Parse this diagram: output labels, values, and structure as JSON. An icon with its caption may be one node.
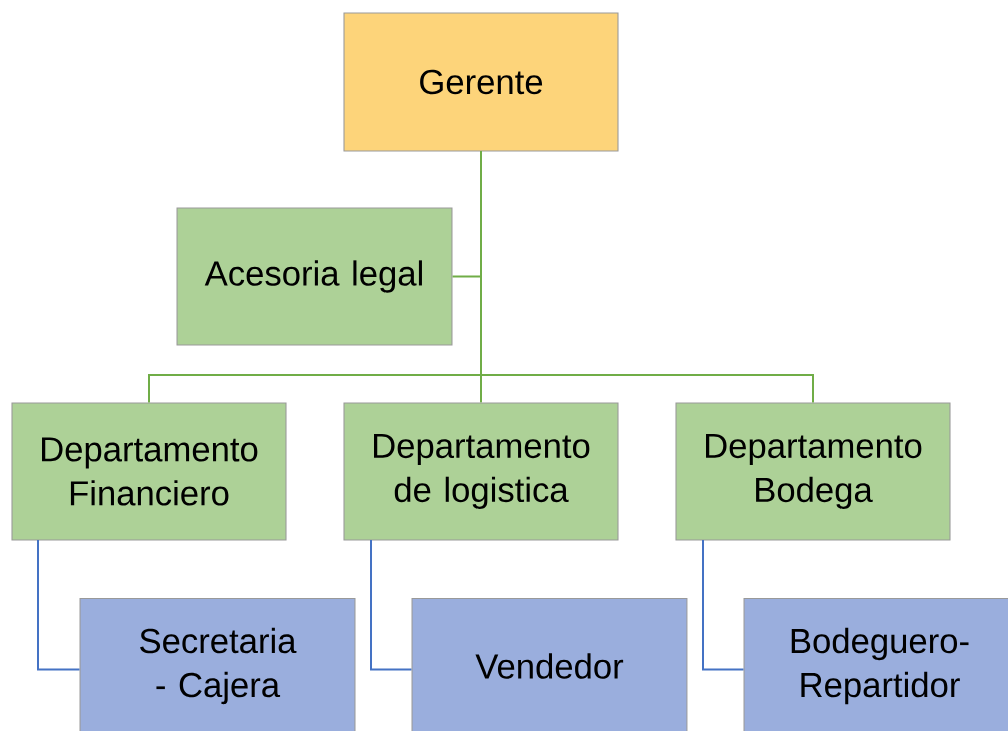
{
  "diagram": {
    "nodes": [
      {
        "text": [
          "Gerente"
        ]
      },
      {
        "text": [
          "Acesoria legal"
        ]
      },
      {
        "text": [
          "Departamento Financiero"
        ]
      },
      {
        "text": [
          "Departamento de logistica"
        ]
      },
      {
        "text": [
          "Departamento Bodega"
        ]
      },
      {
        "text": [
          "Secretaria - Cajera"
        ]
      },
      {
        "text": [
          "Vendedor"
        ]
      },
      {
        "text": [
          "Bodeguero-Repartidor"
        ]
      }
    ],
    "edges": [
      {
        "from": 0,
        "to": 1,
        "arrow": "none"
      },
      {
        "from": 0,
        "to": 2,
        "arrow": "none"
      },
      {
        "from": 0,
        "to": 3,
        "arrow": "none"
      },
      {
        "from": 0,
        "to": 4,
        "arrow": "none"
      },
      {
        "from": 2,
        "to": 5,
        "arrow": "none",
        "color": "#4472c4"
      },
      {
        "from": 3,
        "to": 6,
        "arrow": "none",
        "color": "#4472c4"
      },
      {
        "from": 4,
        "to": 7,
        "arrow": "none",
        "color": "#4472c4"
      }
    ]
  }
}
